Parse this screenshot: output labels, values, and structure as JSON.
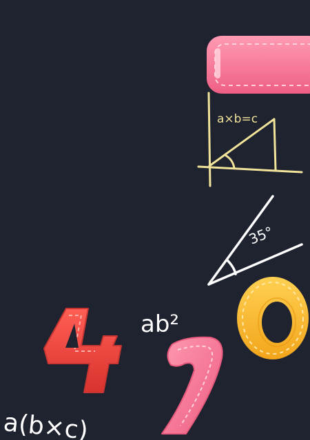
{
  "background_color": "#1f2330",
  "formulas": {
    "triangle_equation": "a×b=c",
    "angle_label": "35°",
    "power_expression": "ab²",
    "bracket_expression": "a(b×c)"
  },
  "numerals": {
    "four": "4",
    "seven": "7",
    "zero": "0"
  },
  "colors": {
    "chalk_yellow": "#f1e49a",
    "chalk_white": "#ffffff",
    "pink": "#ff7b9a",
    "pink_dark": "#e85a7d",
    "red": "#f24a43",
    "red_dark": "#c93530",
    "orange": "#fdbf2d",
    "orange_dark": "#e79a12"
  }
}
